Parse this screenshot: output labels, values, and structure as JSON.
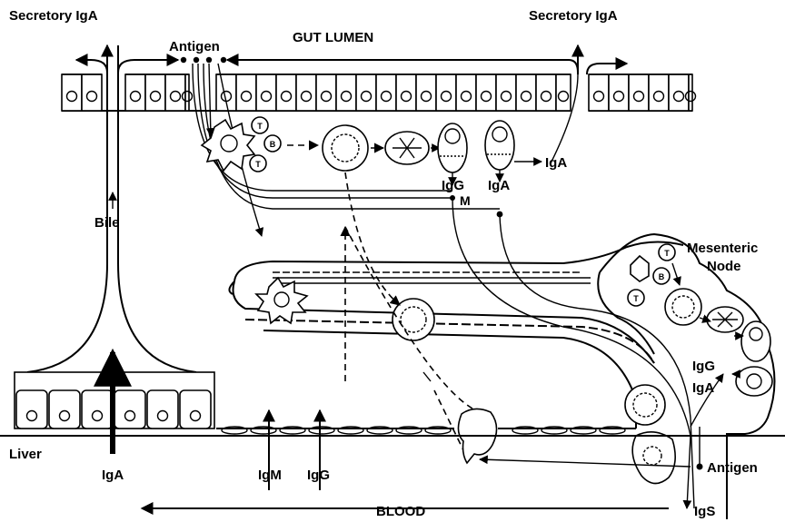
{
  "labels": {
    "secretory_iga_left": "Secretory IgA",
    "secretory_iga_right": "Secretory IgA",
    "antigen_top": "Antigen",
    "gut_lumen": "GUT LUMEN",
    "bile": "Bile",
    "iga_effector": "IgA",
    "igg_m": "IgG",
    "igg_m2": "M",
    "iga_plasma": "IgA",
    "mesenteric": "Mesenteric",
    "node": "Node",
    "igg_node": "IgG",
    "iga_node": "IgA",
    "liver": "Liver",
    "iga_liver": "IgA",
    "igm": "IgM",
    "igg": "IgG",
    "blood": "BLOOD",
    "igs": "IgS",
    "antigen_bottom": "Antigen",
    "t1": "T",
    "b1": "B",
    "t2": "T",
    "t3": "T",
    "b2": "B",
    "t4": "T"
  },
  "colors": {
    "ink": "#000000",
    "paper": "#ffffff"
  }
}
